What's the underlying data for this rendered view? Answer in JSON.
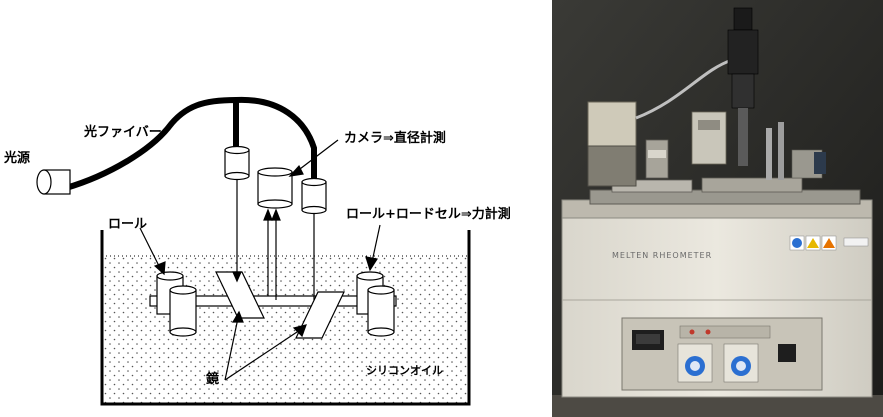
{
  "diagram": {
    "labels": {
      "light_source": "光源",
      "optical_fiber": "光ファイバー",
      "camera": "カメラ⇒直径計測",
      "roll": "ロール",
      "load_cell": "ロール+ロードセル⇒力計測",
      "mirror": "鏡",
      "silicone_oil": "シリコンオイル"
    }
  },
  "photo": {
    "panel_text": "MELTEN RHEOMETER"
  }
}
